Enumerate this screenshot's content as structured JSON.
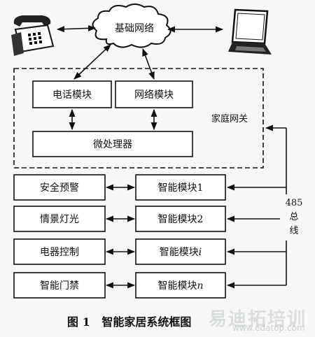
{
  "cloud_label": "基础网络",
  "gateway_label": "家庭网关",
  "phone_module": "电话模块",
  "network_module": "网络模块",
  "microprocessor": "微处理器",
  "devices": [
    {
      "label": "安全预警",
      "module_text": "智能模块",
      "module_suffix": "1",
      "suffix_italic": false
    },
    {
      "label": "情景灯光",
      "module_text": "智能模块",
      "module_suffix": "2",
      "suffix_italic": false
    },
    {
      "label": "电器控制",
      "module_text": "智能模块",
      "module_suffix": "i",
      "suffix_italic": true
    },
    {
      "label": "智能门禁",
      "module_text": "智能模块",
      "module_suffix": "n",
      "suffix_italic": true
    }
  ],
  "bus_label": [
    "485",
    "总",
    "线"
  ],
  "caption": "图 1   智能家居系统框图",
  "watermark": "易迪拓培训",
  "watermark_url": "www.edatop.com",
  "icons": [
    "telephone-icon",
    "laptop-icon",
    "cloud-icon"
  ]
}
